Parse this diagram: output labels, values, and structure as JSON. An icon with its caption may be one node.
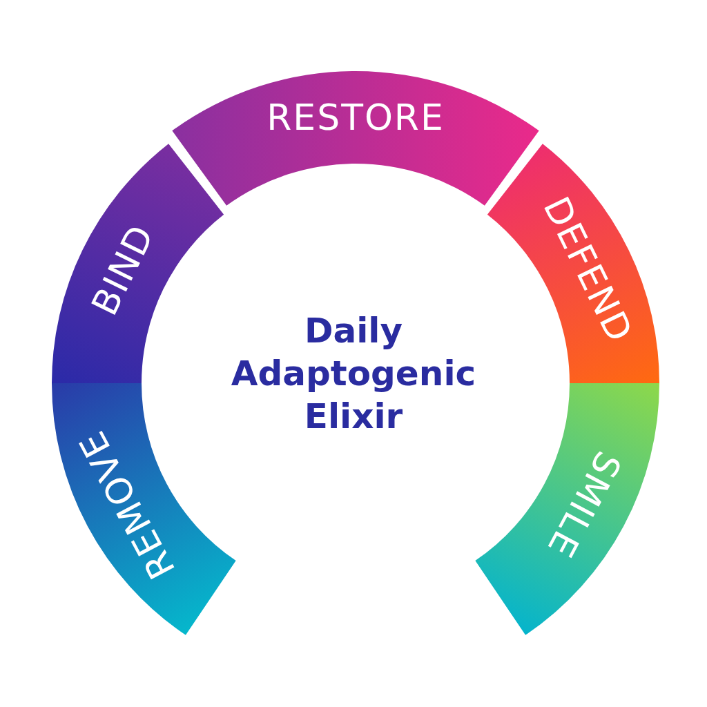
{
  "diagram": {
    "title": "Daily Adaptogenic Elixir",
    "nodes": [
      {
        "text": [
          "REMOVE"
        ]
      },
      {
        "text": [
          "BIND"
        ]
      },
      {
        "text": [
          "RESTORE"
        ]
      },
      {
        "text": [
          "DEFEND"
        ]
      },
      {
        "text": [
          "SMILE"
        ]
      }
    ]
  }
}
